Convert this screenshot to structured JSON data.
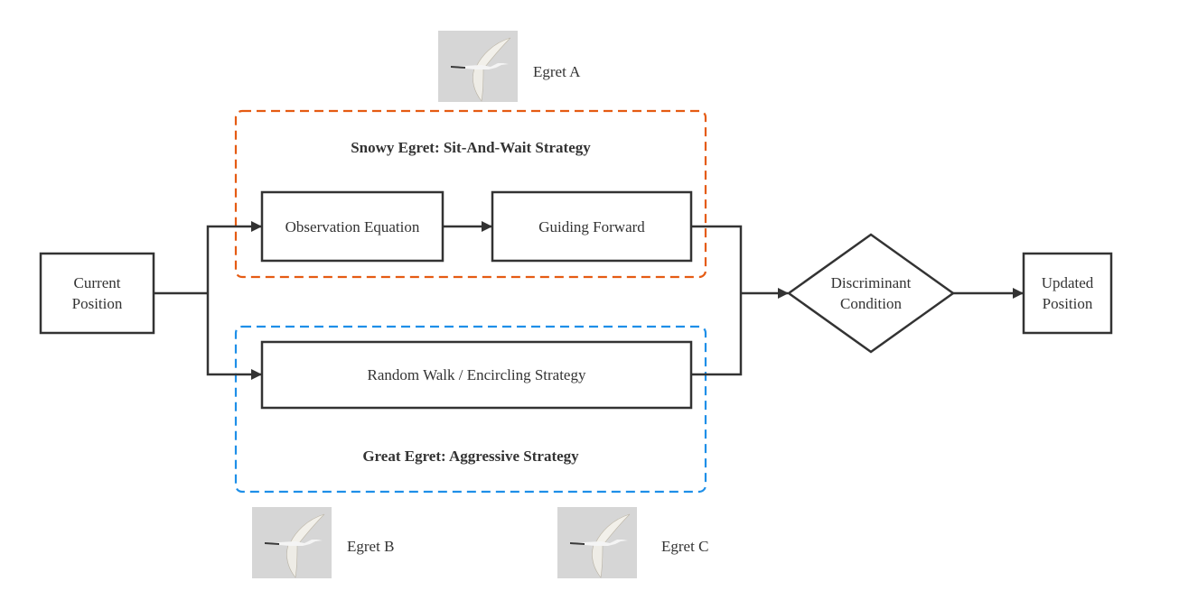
{
  "diagram": {
    "nodes": {
      "current_position": "Current\nPosition",
      "observation_equation": "Observation Equation",
      "guiding_forward": "Guiding Forward",
      "random_walk": "Random Walk / Encircling Strategy",
      "discriminant_condition": "Discriminant\nCondition",
      "updated_position": "Updated\nPosition"
    },
    "groups": {
      "snowy": {
        "title": "Snowy Egret: Sit-And-Wait Strategy",
        "color": "#e55b13"
      },
      "great": {
        "title": "Great Egret: Aggressive Strategy",
        "color": "#1e8fe8"
      }
    },
    "egrets": [
      {
        "label": "Egret A",
        "image": "egret-in-flight"
      },
      {
        "label": "Egret B",
        "image": "egret-in-flight"
      },
      {
        "label": "Egret C",
        "image": "egret-in-flight"
      }
    ],
    "edges": [
      {
        "from": "Current Position",
        "to": "Observation Equation"
      },
      {
        "from": "Current Position",
        "to": "Random Walk / Encircling Strategy"
      },
      {
        "from": "Observation Equation",
        "to": "Guiding Forward"
      },
      {
        "from": "Guiding Forward",
        "to": "Discriminant Condition"
      },
      {
        "from": "Random Walk / Encircling Strategy",
        "to": "Discriminant Condition"
      },
      {
        "from": "Discriminant Condition",
        "to": "Updated Position"
      }
    ],
    "line_color": "#333333"
  }
}
